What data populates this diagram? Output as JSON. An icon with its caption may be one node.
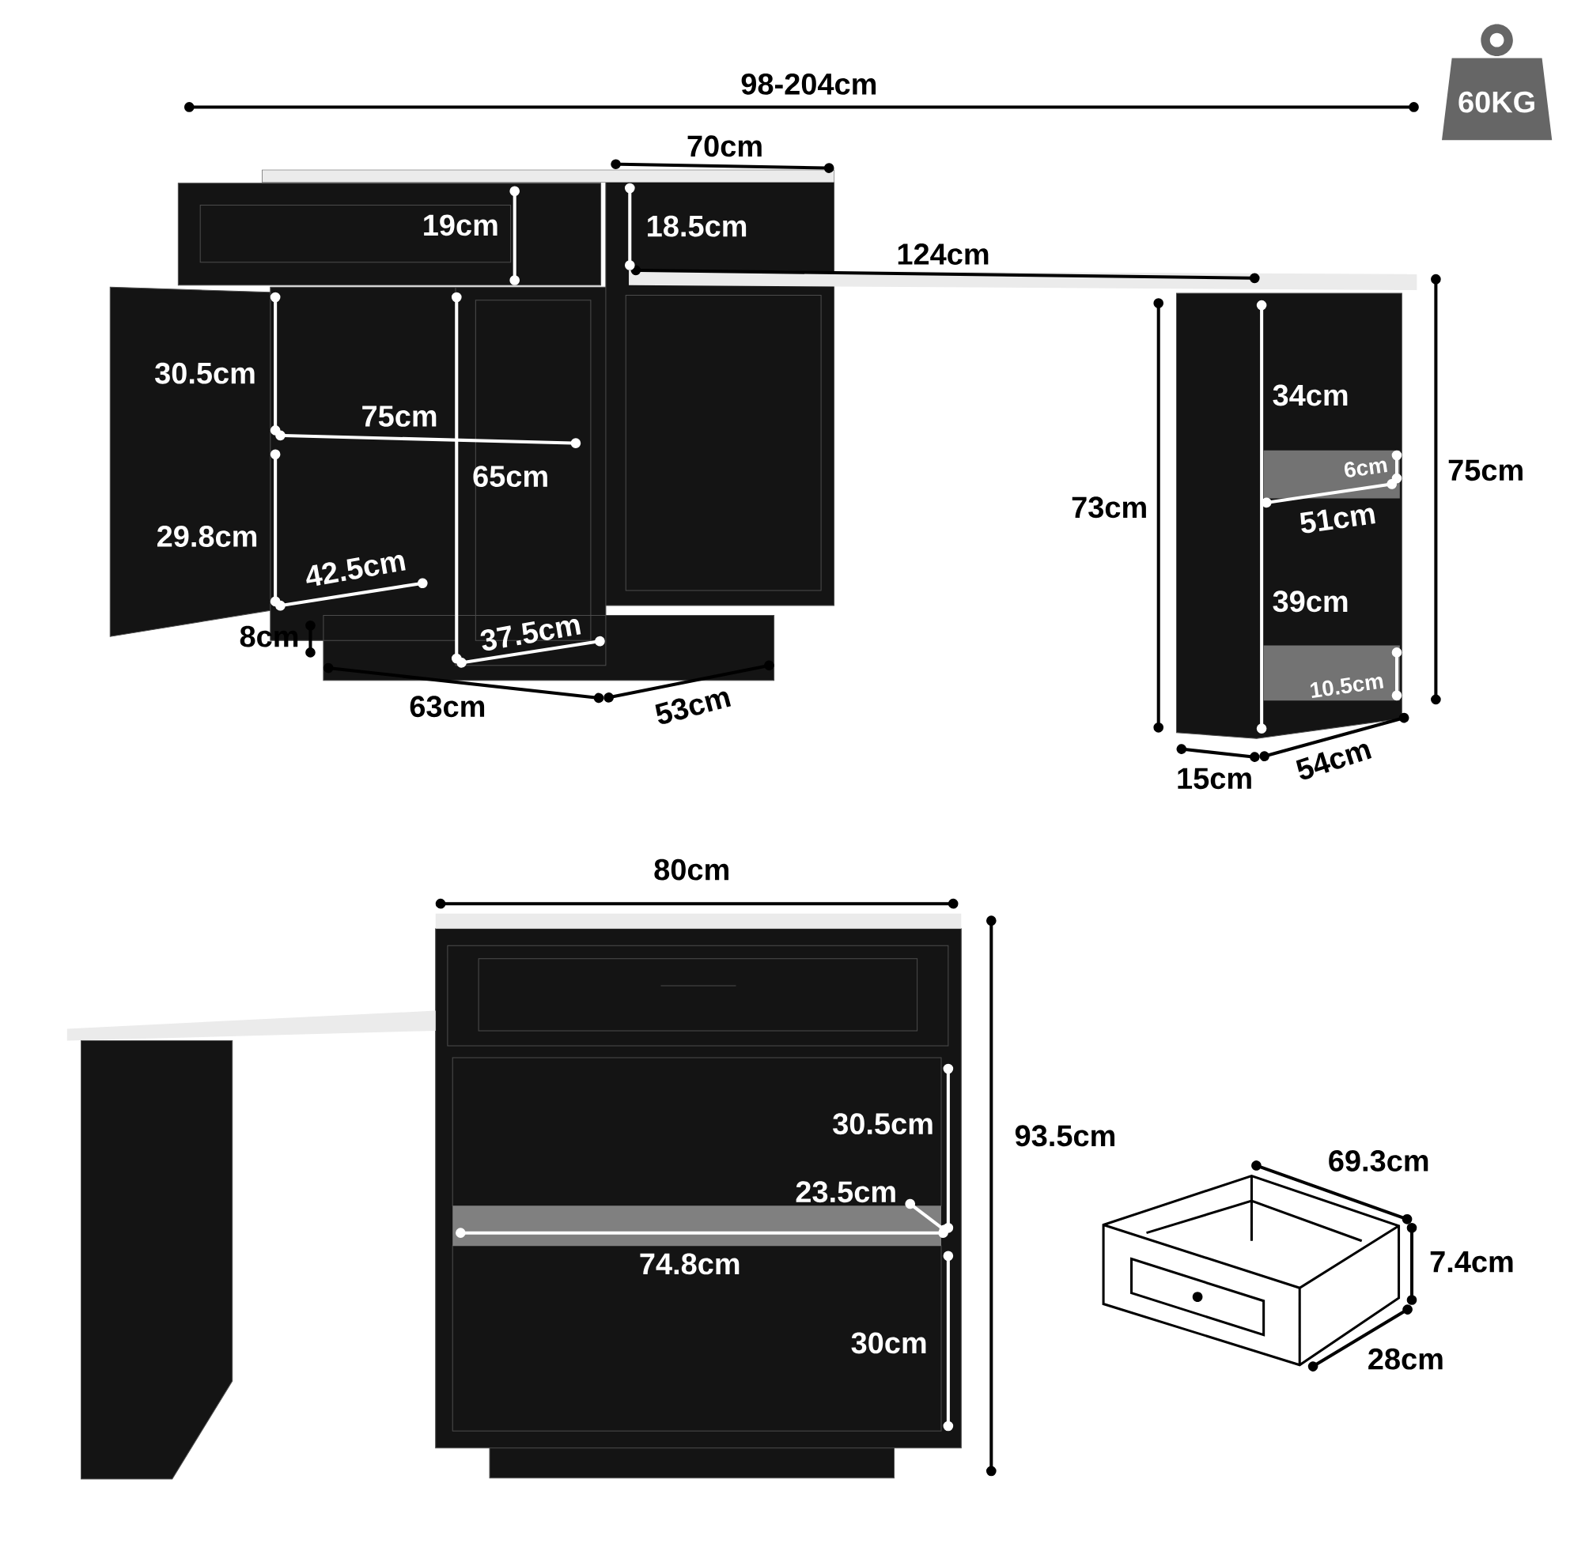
{
  "diagram": {
    "labels": [
      "60KG",
      "98-204cm",
      "70cm",
      "19cm",
      "18.5cm",
      "124cm",
      "30.5cm",
      "75cm",
      "65cm",
      "34cm",
      "75cm",
      "6cm",
      "73cm",
      "51cm",
      "29.8cm",
      "42.5cm",
      "39cm",
      "8cm",
      "37.5cm",
      "10.5cm",
      "63cm",
      "53cm",
      "15cm",
      "54cm",
      "80cm",
      "30.5cm",
      "93.5cm",
      "23.5cm",
      "69.3cm",
      "74.8cm",
      "7.4cm",
      "30cm",
      "28cm"
    ]
  }
}
